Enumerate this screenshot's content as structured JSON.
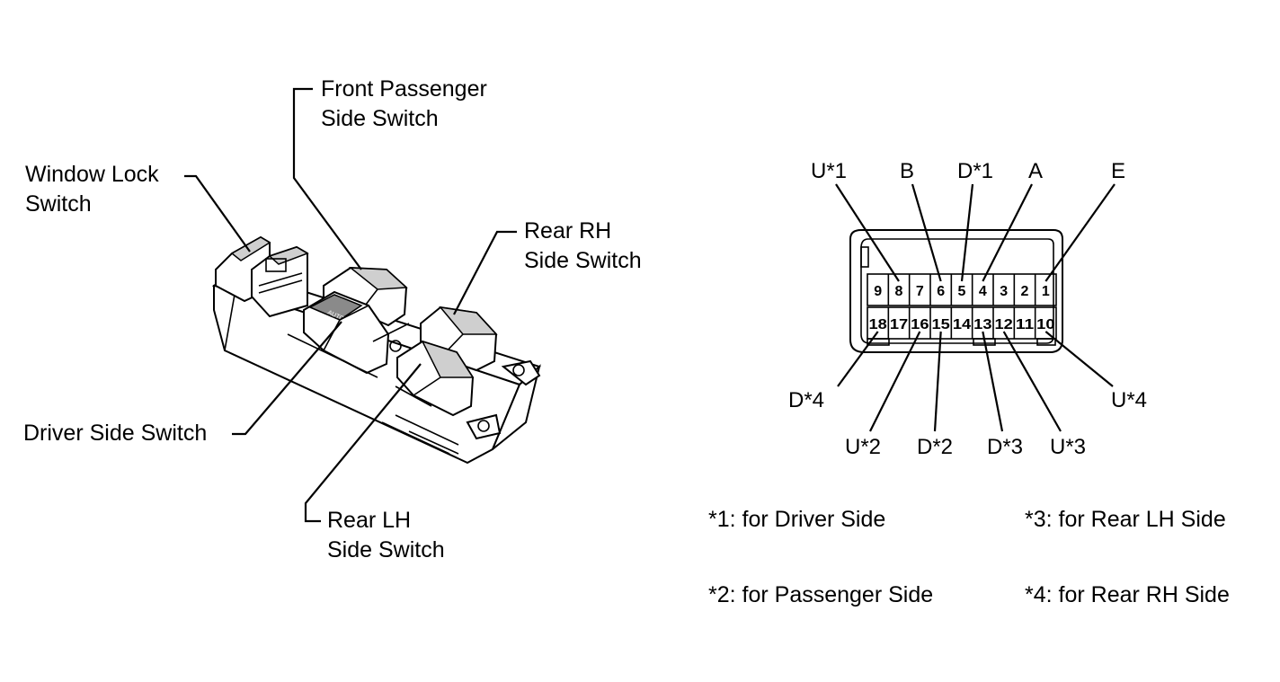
{
  "switch_labels": {
    "window_lock": [
      "Window Lock",
      "Switch"
    ],
    "front_passenger": [
      "Front Passenger",
      "Side Switch"
    ],
    "rear_rh": [
      "Rear RH",
      "Side Switch"
    ],
    "driver": "Driver Side Switch",
    "rear_lh": [
      "Rear LH",
      "Side Switch"
    ],
    "auto_marking": "AUTO"
  },
  "connector": {
    "top_row": [
      "9",
      "8",
      "7",
      "6",
      "5",
      "4",
      "3",
      "2",
      "1"
    ],
    "bottom_row": [
      "18",
      "17",
      "16",
      "15",
      "14",
      "13",
      "12",
      "11",
      "10"
    ],
    "signals_top": [
      {
        "label": "U*1",
        "pin": "8"
      },
      {
        "label": "B",
        "pin": "6"
      },
      {
        "label": "D*1",
        "pin": "5"
      },
      {
        "label": "A",
        "pin": "4"
      },
      {
        "label": "E",
        "pin": "1"
      }
    ],
    "signals_bottom": [
      {
        "label": "D*4",
        "pin": "18"
      },
      {
        "label": "U*2",
        "pin": "16"
      },
      {
        "label": "D*2",
        "pin": "15"
      },
      {
        "label": "D*3",
        "pin": "13"
      },
      {
        "label": "U*3",
        "pin": "12"
      },
      {
        "label": "U*4",
        "pin": "10"
      }
    ]
  },
  "notes": [
    "*1: for Driver Side",
    "*3: for Rear LH Side",
    "*2: for Passenger Side",
    "*4: for Rear RH Side"
  ]
}
